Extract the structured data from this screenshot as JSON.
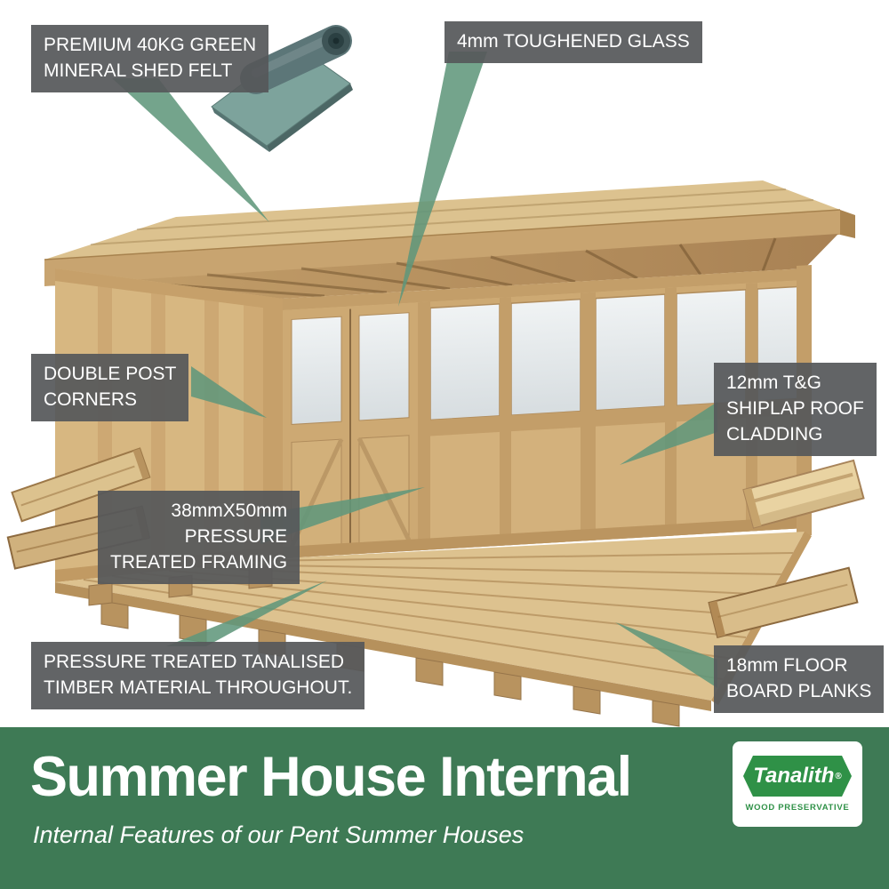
{
  "callouts": {
    "felt": {
      "line1": "PREMIUM 40KG GREEN",
      "line2": "MINERAL SHED FELT"
    },
    "glass": {
      "line1": "4mm TOUGHENED GLASS"
    },
    "double_post": {
      "line1": "DOUBLE POST",
      "line2": "CORNERS"
    },
    "framing": {
      "line1": "38mmX50mm",
      "line2": "PRESSURE",
      "line3": "TREATED FRAMING"
    },
    "tanalised": {
      "line1": "PRESSURE TREATED TANALISED",
      "line2": "TIMBER MATERIAL THROUGHOUT."
    },
    "shiplap": {
      "line1": "12mm T&G",
      "line2": "SHIPLAP ROOF",
      "line3": "CLADDING"
    },
    "floor": {
      "line1": "18mm FLOOR",
      "line2": "BOARD PLANKS"
    }
  },
  "banner": {
    "title": "Summer House Internal",
    "subtitle": "Internal Features of our Pent Summer Houses"
  },
  "logo": {
    "brand": "Tanalith",
    "registered": "®",
    "tagline": "WOOD PRESERVATIVE"
  },
  "illustrations": {
    "summer_house": "pent summer house internal cutaway view",
    "felt_roll": "rolled green mineral shed felt",
    "timber_planks": "pressure treated timber planks",
    "shiplap_board": "tongue and groove shiplap board",
    "floor_board": "floor board plank"
  },
  "colors": {
    "banner_green": "#3e7a55",
    "label_grey": "#58595b",
    "leader_green": "#5f967b",
    "logo_green": "#2f9147",
    "wood_light": "#dcc28f"
  }
}
